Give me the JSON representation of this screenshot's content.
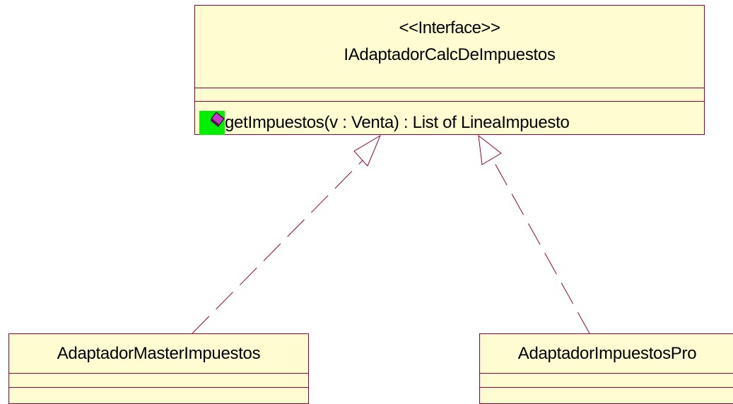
{
  "interface": {
    "stereotype": "<<Interface>>",
    "name": "IAdaptadorCalcDeImpuestos",
    "operations": [
      {
        "label": "getImpuestos(v : Venta) : List of LineaImpuesto",
        "icon": "public-operation-icon"
      }
    ]
  },
  "classes": [
    {
      "name": "AdaptadorMasterImpuestos"
    },
    {
      "name": "AdaptadorImpuestosPro"
    }
  ],
  "relations": [
    {
      "type": "realization",
      "from": "AdaptadorMasterImpuestos",
      "to": "IAdaptadorCalcDeImpuestos"
    },
    {
      "type": "realization",
      "from": "AdaptadorImpuestosPro",
      "to": "IAdaptadorCalcDeImpuestos"
    }
  ],
  "colors": {
    "box_fill": "#fffcd2",
    "line": "#990033",
    "icon_bg": "#00ee00",
    "icon_diamond": "#cc33cc"
  }
}
